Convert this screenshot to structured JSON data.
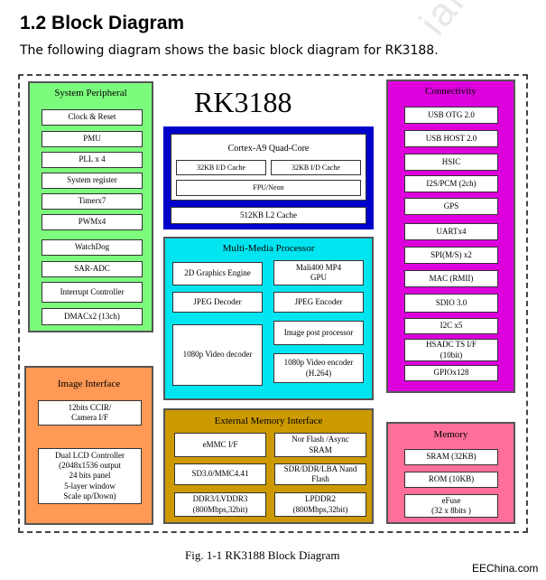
{
  "page": {
    "heading": "1.2 Block Diagram",
    "intro": "The following diagram shows the basic block diagram for RK3188.",
    "chip_name": "RK3188",
    "caption": "Fig. 1-1 RK3188 Block Diagram",
    "watermark": "ial",
    "corner_mark": "EEChina.com"
  },
  "colors": {
    "system_peripheral": "#7cfc7c",
    "connectivity": "#dd00dd",
    "cortex": "#0000cc",
    "multimedia": "#00e5f0",
    "image_interface": "#ff9955",
    "external_memory": "#cc9900",
    "memory": "#ff6f9a"
  },
  "system_peripheral": {
    "title": "System Peripheral",
    "items": [
      "Clock & Reset",
      "PMU",
      "PLL x 4",
      "System register",
      "Timerx7",
      "PWMx4",
      "WatchDog",
      "SAR-ADC",
      "Interrupt Controller",
      "DMACx2  (13ch)"
    ]
  },
  "cortex": {
    "title": "Cortex-A9 Quad-Core",
    "icache": "32KB I/D Cache",
    "dcache": "32KB I/D Cache",
    "fpu": "FPU/Neon",
    "l2": "512KB L2 Cache"
  },
  "multimedia": {
    "title": "Multi-Media Processor",
    "items": [
      "2D Graphics Engine",
      "Mali400 MP4\nGPU",
      "JPEG Decoder",
      "JPEG Encoder",
      "1080p Video decoder",
      "Image post processor",
      "1080p Video  encoder\n(H.264)"
    ]
  },
  "connectivity": {
    "title": "Connectivity",
    "items": [
      "USB OTG 2.0",
      "USB HOST 2.0",
      "HSIC",
      "I2S/PCM (2ch)",
      "GPS",
      "UARTx4",
      "SPI(M/S) x2",
      "MAC (RMII)",
      "SDIO 3.0",
      "I2C x5",
      "HSADC TS I/F\n(10bit)",
      "GPIOx128"
    ]
  },
  "image_interface": {
    "title": "Image Interface",
    "items": [
      "12bits CCIR/\nCamera I/F",
      "Dual LCD Controller\n(2048x1536 output\n24 bits panel\n5-layer window\nScale up/Down)"
    ]
  },
  "external_memory": {
    "title": "External Memory Interface",
    "items": [
      "eMMC I/F",
      "Nor Flash /Async\nSRAM",
      "SD3.0/MMC4.41",
      "SDR/DDR/LBA Nand\nFlash",
      "DDR3/LVDDR3\n(800Mbps,32bit)",
      "LPDDR2\n(800Mbps,32bit)"
    ]
  },
  "memory": {
    "title": "Memory",
    "items": [
      "SRAM (32KB)",
      "ROM (10KB)",
      "eFuse\n(32 x 8bits )"
    ]
  }
}
